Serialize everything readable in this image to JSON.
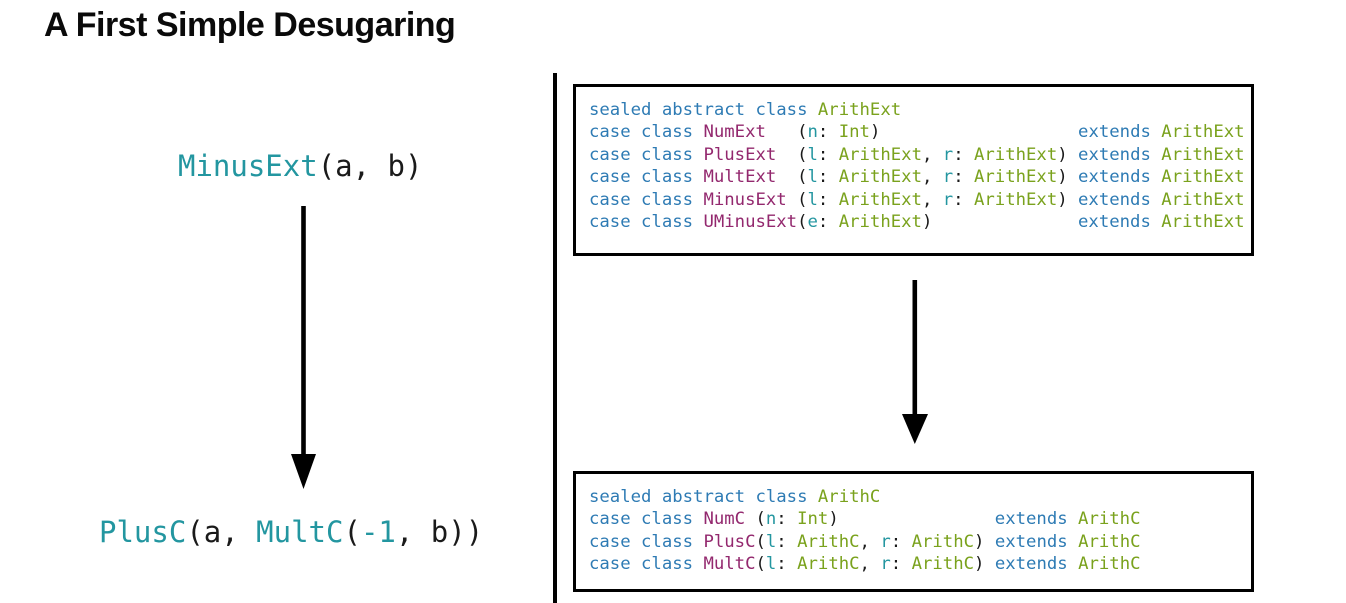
{
  "title": "A First Simple Desugaring",
  "colors": {
    "keyword": "#2e7bb4",
    "cls": "#93286e",
    "type": "#7aa21d",
    "var": "#2396a0",
    "plain": "#1a1a1a"
  },
  "left_panel": {
    "sugar_expr": [
      {
        "t": "MinusExt",
        "c": "var"
      },
      {
        "t": "(a, b)",
        "c": "plain"
      }
    ],
    "desugared_expr": [
      {
        "t": "PlusC",
        "c": "var"
      },
      {
        "t": "(a, ",
        "c": "plain"
      },
      {
        "t": "MultC",
        "c": "var"
      },
      {
        "t": "(",
        "c": "plain"
      },
      {
        "t": "-1",
        "c": "var"
      },
      {
        "t": ", b))",
        "c": "plain"
      }
    ]
  },
  "right_panel": {
    "ext_listing": [
      [
        {
          "t": "sealed abstract class ",
          "c": "keyword"
        },
        {
          "t": "ArithExt",
          "c": "type"
        }
      ],
      [
        {
          "t": "case class ",
          "c": "keyword"
        },
        {
          "t": "NumExt",
          "c": "cls"
        },
        {
          "t": "   (",
          "c": "plain"
        },
        {
          "t": "n",
          "c": "var"
        },
        {
          "t": ": ",
          "c": "plain"
        },
        {
          "t": "Int",
          "c": "type"
        },
        {
          "t": ")                   ",
          "c": "plain"
        },
        {
          "t": "extends",
          "c": "keyword"
        },
        {
          "t": " ",
          "c": "plain"
        },
        {
          "t": "ArithExt",
          "c": "type"
        }
      ],
      [
        {
          "t": "case class ",
          "c": "keyword"
        },
        {
          "t": "PlusExt",
          "c": "cls"
        },
        {
          "t": "  (",
          "c": "plain"
        },
        {
          "t": "l",
          "c": "var"
        },
        {
          "t": ": ",
          "c": "plain"
        },
        {
          "t": "ArithExt",
          "c": "type"
        },
        {
          "t": ", ",
          "c": "plain"
        },
        {
          "t": "r",
          "c": "var"
        },
        {
          "t": ": ",
          "c": "plain"
        },
        {
          "t": "ArithExt",
          "c": "type"
        },
        {
          "t": ") ",
          "c": "plain"
        },
        {
          "t": "extends",
          "c": "keyword"
        },
        {
          "t": " ",
          "c": "plain"
        },
        {
          "t": "ArithExt",
          "c": "type"
        }
      ],
      [
        {
          "t": "case class ",
          "c": "keyword"
        },
        {
          "t": "MultExt",
          "c": "cls"
        },
        {
          "t": "  (",
          "c": "plain"
        },
        {
          "t": "l",
          "c": "var"
        },
        {
          "t": ": ",
          "c": "plain"
        },
        {
          "t": "ArithExt",
          "c": "type"
        },
        {
          "t": ", ",
          "c": "plain"
        },
        {
          "t": "r",
          "c": "var"
        },
        {
          "t": ": ",
          "c": "plain"
        },
        {
          "t": "ArithExt",
          "c": "type"
        },
        {
          "t": ") ",
          "c": "plain"
        },
        {
          "t": "extends",
          "c": "keyword"
        },
        {
          "t": " ",
          "c": "plain"
        },
        {
          "t": "ArithExt",
          "c": "type"
        }
      ],
      [
        {
          "t": "case class ",
          "c": "keyword"
        },
        {
          "t": "MinusExt",
          "c": "cls"
        },
        {
          "t": " (",
          "c": "plain"
        },
        {
          "t": "l",
          "c": "var"
        },
        {
          "t": ": ",
          "c": "plain"
        },
        {
          "t": "ArithExt",
          "c": "type"
        },
        {
          "t": ", ",
          "c": "plain"
        },
        {
          "t": "r",
          "c": "var"
        },
        {
          "t": ": ",
          "c": "plain"
        },
        {
          "t": "ArithExt",
          "c": "type"
        },
        {
          "t": ") ",
          "c": "plain"
        },
        {
          "t": "extends",
          "c": "keyword"
        },
        {
          "t": " ",
          "c": "plain"
        },
        {
          "t": "ArithExt",
          "c": "type"
        }
      ],
      [
        {
          "t": "case class ",
          "c": "keyword"
        },
        {
          "t": "UMinusExt",
          "c": "cls"
        },
        {
          "t": "(",
          "c": "plain"
        },
        {
          "t": "e",
          "c": "var"
        },
        {
          "t": ": ",
          "c": "plain"
        },
        {
          "t": "ArithExt",
          "c": "type"
        },
        {
          "t": ")              ",
          "c": "plain"
        },
        {
          "t": "extends",
          "c": "keyword"
        },
        {
          "t": " ",
          "c": "plain"
        },
        {
          "t": "ArithExt",
          "c": "type"
        }
      ]
    ],
    "core_listing": [
      [
        {
          "t": "sealed abstract class ",
          "c": "keyword"
        },
        {
          "t": "ArithC",
          "c": "type"
        }
      ],
      [
        {
          "t": "case class ",
          "c": "keyword"
        },
        {
          "t": "NumC",
          "c": "cls"
        },
        {
          "t": " (",
          "c": "plain"
        },
        {
          "t": "n",
          "c": "var"
        },
        {
          "t": ": ",
          "c": "plain"
        },
        {
          "t": "Int",
          "c": "type"
        },
        {
          "t": ")               ",
          "c": "plain"
        },
        {
          "t": "extends",
          "c": "keyword"
        },
        {
          "t": " ",
          "c": "plain"
        },
        {
          "t": "ArithC",
          "c": "type"
        }
      ],
      [
        {
          "t": "case class ",
          "c": "keyword"
        },
        {
          "t": "PlusC",
          "c": "cls"
        },
        {
          "t": "(",
          "c": "plain"
        },
        {
          "t": "l",
          "c": "var"
        },
        {
          "t": ": ",
          "c": "plain"
        },
        {
          "t": "ArithC",
          "c": "type"
        },
        {
          "t": ", ",
          "c": "plain"
        },
        {
          "t": "r",
          "c": "var"
        },
        {
          "t": ": ",
          "c": "plain"
        },
        {
          "t": "ArithC",
          "c": "type"
        },
        {
          "t": ") ",
          "c": "plain"
        },
        {
          "t": "extends",
          "c": "keyword"
        },
        {
          "t": " ",
          "c": "plain"
        },
        {
          "t": "ArithC",
          "c": "type"
        }
      ],
      [
        {
          "t": "case class ",
          "c": "keyword"
        },
        {
          "t": "MultC",
          "c": "cls"
        },
        {
          "t": "(",
          "c": "plain"
        },
        {
          "t": "l",
          "c": "var"
        },
        {
          "t": ": ",
          "c": "plain"
        },
        {
          "t": "ArithC",
          "c": "type"
        },
        {
          "t": ", ",
          "c": "plain"
        },
        {
          "t": "r",
          "c": "var"
        },
        {
          "t": ": ",
          "c": "plain"
        },
        {
          "t": "ArithC",
          "c": "type"
        },
        {
          "t": ") ",
          "c": "plain"
        },
        {
          "t": "extends",
          "c": "keyword"
        },
        {
          "t": " ",
          "c": "plain"
        },
        {
          "t": "ArithC",
          "c": "type"
        }
      ]
    ]
  }
}
